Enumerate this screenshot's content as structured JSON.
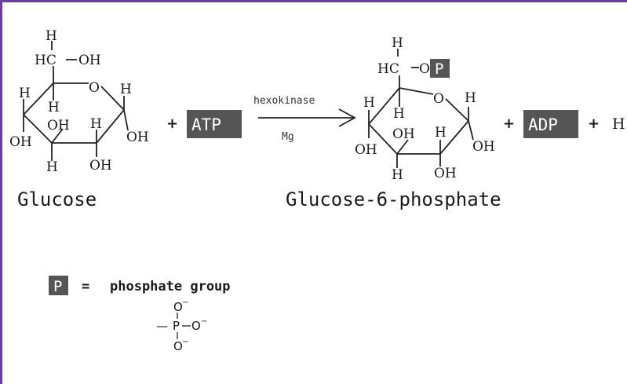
{
  "reaction": {
    "reactant": {
      "name": "Glucose",
      "atoms": {
        "c6h": "H",
        "c6": "HC",
        "c6oh": "OH",
        "ring_o": "O",
        "c1h": "H",
        "c1oh": "OH",
        "c5h": "H",
        "c4h": "H",
        "c4oh": "OH",
        "c3oh": "OH",
        "c3h": "H",
        "c2h": "H",
        "c2oh": "OH",
        "c3h_low": "H"
      }
    },
    "cofactor_in": "ATP",
    "enzyme": "hexokinase",
    "cofactor_ion": "Mg",
    "product": {
      "name": "Glucose-6-phosphate",
      "atoms": {
        "c6h": "H",
        "c6": "HC",
        "c6o": "O",
        "p_box": "P",
        "ring_o": "O",
        "c1h": "H",
        "c1oh": "OH",
        "c5h": "H",
        "c4h": "H",
        "c4oh": "OH",
        "c3oh": "OH",
        "c3h": "H",
        "c2h": "H",
        "c2oh": "OH",
        "c3h_low": "H"
      }
    },
    "cofactor_out": "ADP",
    "extra_product": "H",
    "plus_sign": "+"
  },
  "legend": {
    "symbol": "P",
    "equals": "=",
    "text": "phosphate group",
    "structure": {
      "o_top": "O",
      "p": "P",
      "o_right": "O",
      "o_bottom": "O",
      "charge": "−",
      "bond": "—"
    }
  }
}
